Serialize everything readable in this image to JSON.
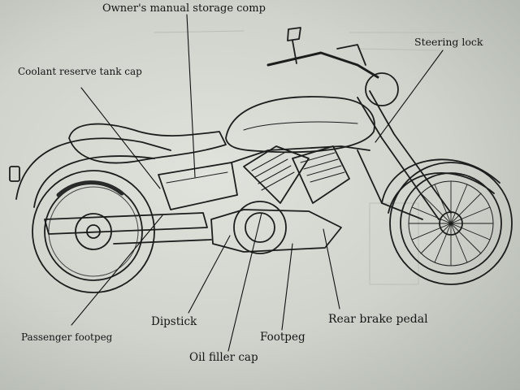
{
  "labels": {
    "owners_manual": "Owner's manual storage comp",
    "coolant_cap": "Coolant reserve tank cap",
    "steering_lock": "Steering lock",
    "passenger_footpeg": "Passenger footpeg",
    "dipstick": "Dipstick",
    "oil_filler_cap": "Oil filler cap",
    "footpeg": "Footpeg",
    "rear_brake_pedal": "Rear brake pedal"
  }
}
